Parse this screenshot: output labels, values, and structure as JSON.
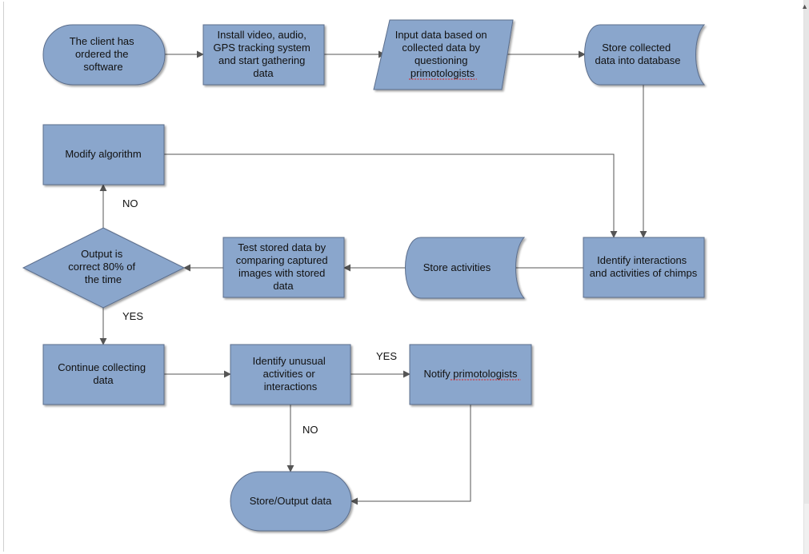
{
  "nodes": {
    "start": {
      "lines": [
        "The client has",
        "ordered the",
        "software"
      ]
    },
    "install": {
      "lines": [
        "Install video, audio,",
        "GPS tracking system",
        "and start gathering",
        "data"
      ]
    },
    "input": {
      "lines": [
        "Input data based on",
        "collected data by",
        "questioning",
        "primotologists"
      ]
    },
    "store_collected": {
      "lines": [
        "Store collected",
        "data into database"
      ]
    },
    "identify_interactions": {
      "lines": [
        "Identify interactions",
        "and activities of chimps"
      ]
    },
    "store_activities": {
      "lines": [
        "Store activities"
      ]
    },
    "test_stored": {
      "lines": [
        "Test stored data by",
        "comparing captured",
        "images with stored",
        "data"
      ]
    },
    "decision": {
      "lines": [
        "Output is",
        "correct 80% of",
        "the time"
      ]
    },
    "modify": {
      "lines": [
        "Modify algorithm"
      ]
    },
    "continue": {
      "lines": [
        "Continue collecting",
        "data"
      ]
    },
    "identify_unusual": {
      "lines": [
        "Identify unusual",
        "activities or",
        "interactions"
      ]
    },
    "notify": {
      "lines": [
        "Notify primotologists"
      ]
    },
    "store_output": {
      "lines": [
        "Store/Output data"
      ]
    }
  },
  "edge_labels": {
    "decision_no": "NO",
    "decision_yes": "YES",
    "unusual_yes": "YES",
    "unusual_no": "NO"
  },
  "colors": {
    "fill": "#8AA6CC",
    "stroke": "#5B6E8C",
    "line": "#555555",
    "text": "#111111"
  }
}
